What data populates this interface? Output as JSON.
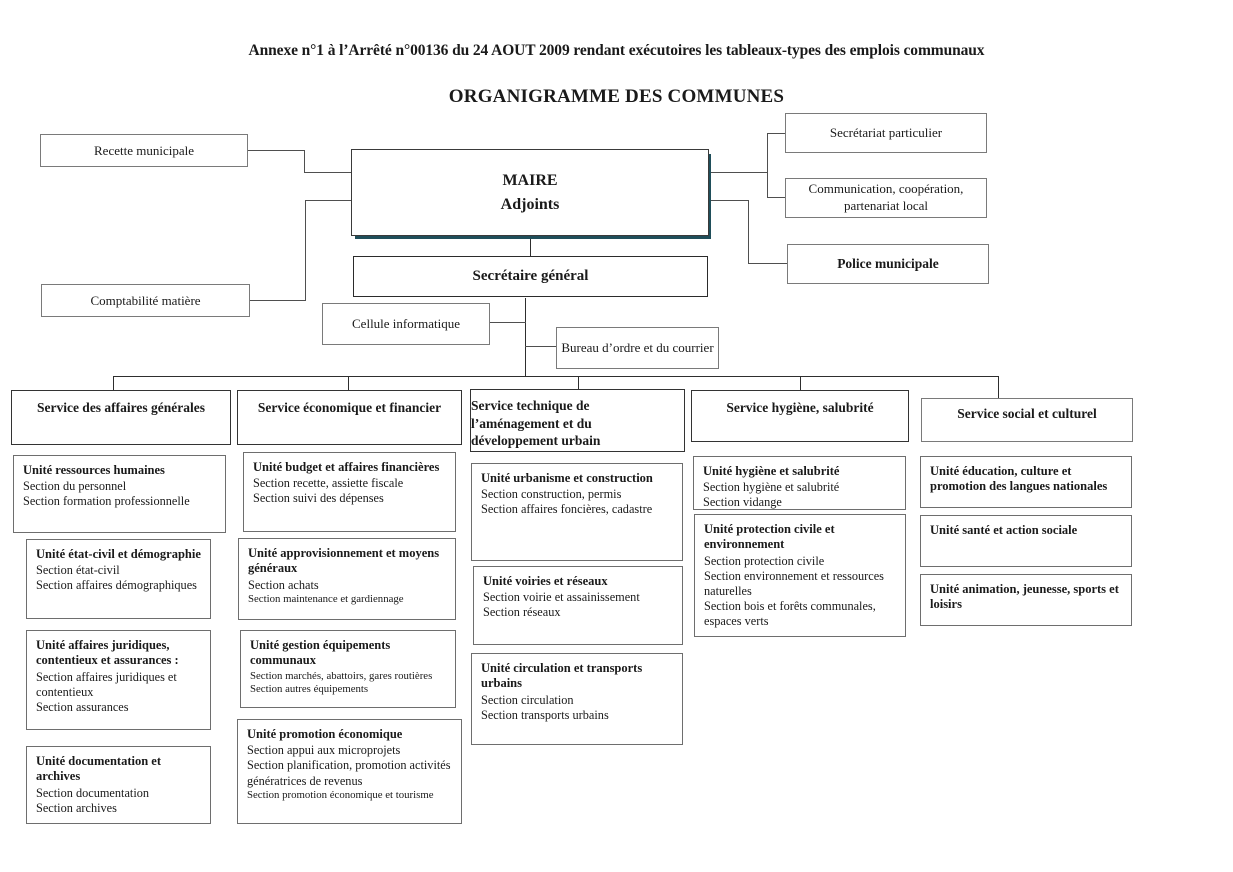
{
  "document": {
    "annex_title": "Annexe n°1 à l’Arrêté n°00136 du 24 AOUT 2009 rendant exécutoires les tableaux-types des emplois communaux",
    "chart_title": "ORGANIGRAMME DES COMMUNES"
  },
  "colors": {
    "box_border": "#4a4a4a",
    "unit_border": "#6e6e6e",
    "connector": "#4f4f4f",
    "maire_shadow": "#1f4e5a",
    "text": "#1a1a1a",
    "background": "#ffffff"
  },
  "top": {
    "recette": "Recette municipale",
    "comptabilite": "Comptabilité matière",
    "maire_line1": "MAIRE",
    "maire_line2": "Adjoints",
    "secretariat_particulier": "Secrétariat particulier",
    "communication": "Communication, coopération,\npartenariat local",
    "communication_line1": "Communication, coopération,",
    "communication_line2": "partenariat local",
    "police": "Police municipale",
    "secretaire_general": "Secrétaire général",
    "cellule_informatique": "Cellule informatique",
    "bureau_ordre": "Bureau d’ordre et du courrier"
  },
  "services": [
    {
      "id": "affaires-generales",
      "title": "Service des affaires générales",
      "title_lines": [
        "Service des affaires générales"
      ],
      "units": [
        {
          "name": "Unité ressources humaines",
          "sections": [
            "Section du personnel",
            "Section formation professionnelle"
          ]
        },
        {
          "name": "Unité état-civil et démographie",
          "sections": [
            "Section état-civil",
            "Section affaires démographiques"
          ]
        },
        {
          "name": "Unité affaires juridiques, contentieux et assurances :",
          "sections": [
            "Section affaires juridiques et contentieux",
            "Section assurances"
          ]
        },
        {
          "name": "Unité documentation et archives",
          "sections": [
            "Section documentation",
            "Section archives"
          ]
        }
      ]
    },
    {
      "id": "economique-financier",
      "title": "Service économique et financier",
      "title_lines": [
        "Service économique et financier"
      ],
      "units": [
        {
          "name": "Unité budget et affaires financières",
          "sections": [
            "Section recette, assiette fiscale",
            "Section suivi des dépenses"
          ]
        },
        {
          "name": "Unité approvisionnement et moyens généraux",
          "sections": [
            "Section achats",
            "Section maintenance et gardiennage"
          ]
        },
        {
          "name": "Unité gestion équipements communaux",
          "sections": [
            "Section marchés, abattoirs, gares routières",
            "Section autres équipements"
          ]
        },
        {
          "name": "Unité promotion économique",
          "sections": [
            "Section appui aux microprojets",
            "Section planification, promotion activités génératrices de revenus",
            "Section promotion économique et tourisme"
          ]
        }
      ]
    },
    {
      "id": "technique-amenagement",
      "title": "Service technique de l’aménagement et du développement urbain",
      "title_lines": [
        "Service technique de",
        "l’aménagement et du",
        "développement urbain"
      ],
      "units": [
        {
          "name": "Unité urbanisme et construction",
          "sections": [
            "Section construction, permis",
            "Section affaires foncières, cadastre"
          ]
        },
        {
          "name": "Unité voiries et réseaux",
          "sections": [
            "Section voirie et assainissement",
            "Section réseaux"
          ]
        },
        {
          "name": "Unité circulation et transports urbains",
          "sections": [
            "Section circulation",
            "Section transports urbains"
          ]
        }
      ]
    },
    {
      "id": "hygiene-salubrite",
      "title": "Service hygiène, salubrité",
      "title_lines": [
        "Service hygiène, salubrité"
      ],
      "units": [
        {
          "name": "Unité hygiène et salubrité",
          "sections": [
            "Section hygiène et salubrité",
            "Section vidange"
          ]
        },
        {
          "name": "Unité protection civile et environnement",
          "sections": [
            "Section protection civile",
            "Section environnement et ressources naturelles",
            "Section bois et forêts communales, espaces verts"
          ]
        }
      ]
    },
    {
      "id": "social-culturel",
      "title": "Service social et culturel",
      "title_lines": [
        "Service social et culturel"
      ],
      "units": [
        {
          "name": "Unité éducation, culture et promotion des langues nationales",
          "sections": []
        },
        {
          "name": "Unité santé et action sociale",
          "sections": []
        },
        {
          "name": "Unité animation, jeunesse, sports et loisirs",
          "sections": []
        }
      ]
    }
  ]
}
